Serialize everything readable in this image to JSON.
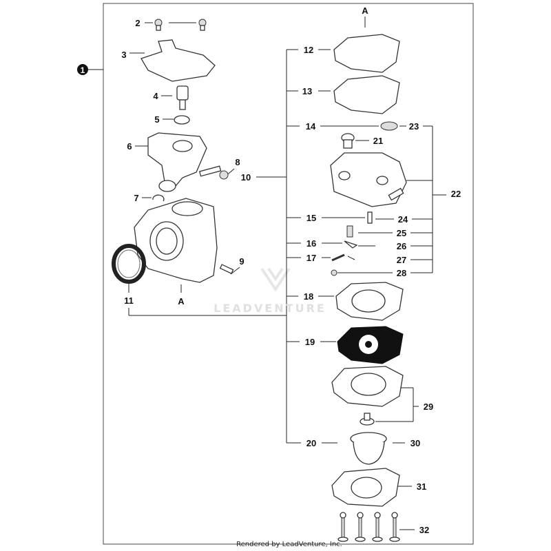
{
  "diagram": {
    "main_callout": "1",
    "section_marker": "A",
    "labels": [
      "2",
      "3",
      "4",
      "5",
      "6",
      "7",
      "8",
      "9",
      "10",
      "11",
      "12",
      "13",
      "14",
      "15",
      "16",
      "17",
      "18",
      "19",
      "20",
      "21",
      "22",
      "23",
      "24",
      "25",
      "26",
      "27",
      "28",
      "29",
      "30",
      "31",
      "32"
    ],
    "watermark": "LEADVENTURE",
    "footer": "Rendered by LeadVenture, Inc."
  }
}
